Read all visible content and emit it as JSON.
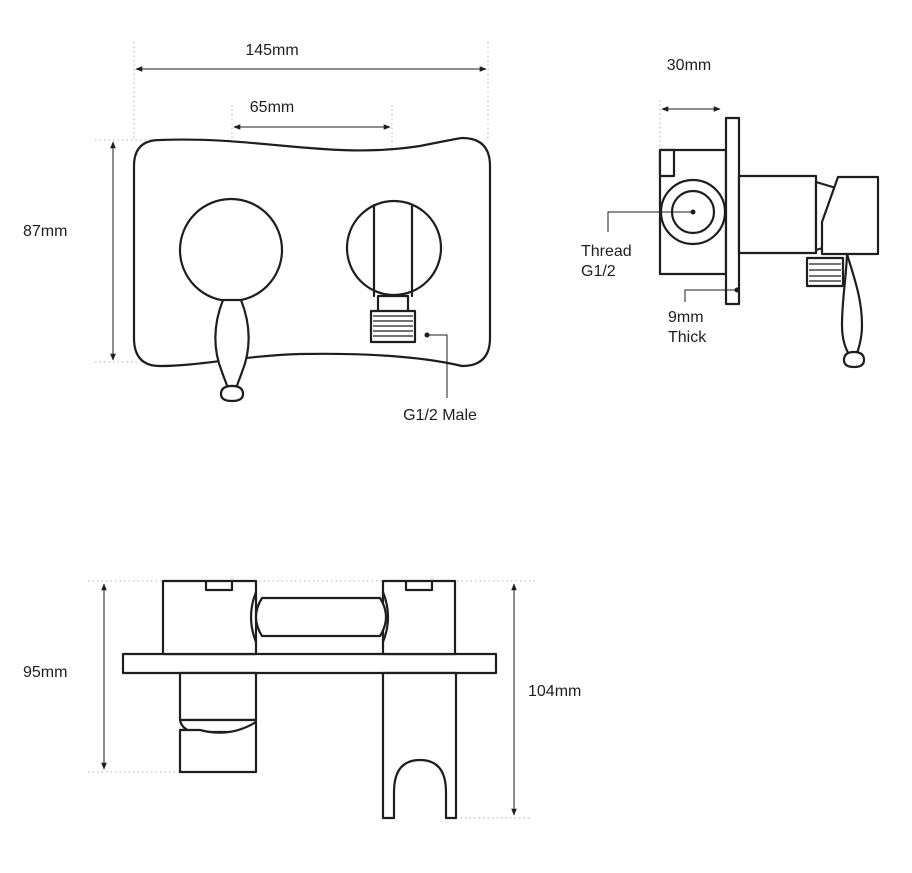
{
  "colors": {
    "line": "#1e1e1e",
    "extension": "#b5b5b5",
    "background": "#ffffff"
  },
  "front_view": {
    "width_label": "145mm",
    "spacing_label": "65mm",
    "height_label": "87mm",
    "outlet_label": "G1/2 Male"
  },
  "side_view": {
    "depth_label": "30mm",
    "thread_label_line1": "Thread",
    "thread_label_line2": "G1/2",
    "thickness_label_line1": "9mm",
    "thickness_label_line2": "Thick"
  },
  "top_view": {
    "left_depth_label": "95mm",
    "right_depth_label": "104mm"
  }
}
